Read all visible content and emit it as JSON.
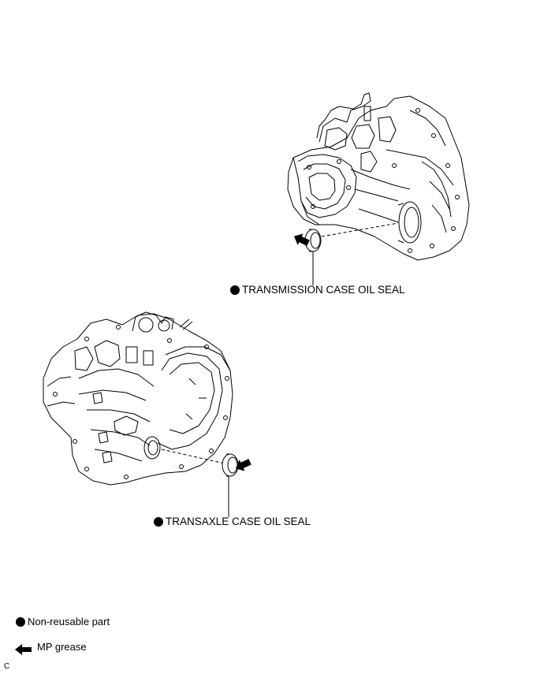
{
  "labels": {
    "transmission_seal": "TRANSMISSION CASE OIL SEAL",
    "transaxle_seal": "TRANSAXLE CASE OIL SEAL"
  },
  "legend": {
    "non_reusable": "Non-reusable part",
    "mp_grease": "MP grease"
  },
  "figure_code": "C",
  "colors": {
    "line": "#000000",
    "background": "#ffffff"
  }
}
